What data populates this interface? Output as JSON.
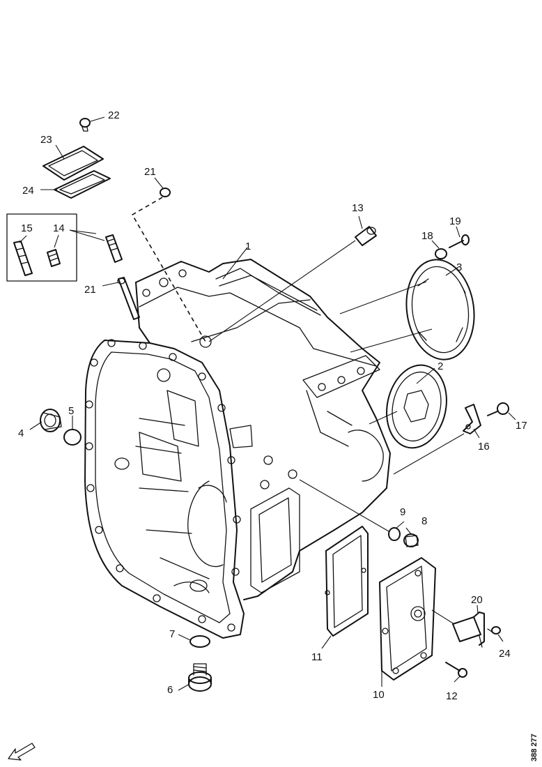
{
  "reference_number": "388 277",
  "callouts": {
    "c1": "1",
    "c2": "2",
    "c3": "3",
    "c4": "4",
    "c5": "5",
    "c6": "6",
    "c7": "7",
    "c8": "8",
    "c9": "9",
    "c10": "10",
    "c11": "11",
    "c12": "12",
    "c13": "13",
    "c14": "14",
    "c15": "15",
    "c16": "16",
    "c17": "17",
    "c18": "18",
    "c19": "19",
    "c20": "20",
    "c21a": "21",
    "c21b": "21",
    "c22": "22",
    "c23": "23",
    "c24a": "24",
    "c24b": "24"
  },
  "icons": {
    "orientation_arrow": "arrow-down-left-icon"
  }
}
